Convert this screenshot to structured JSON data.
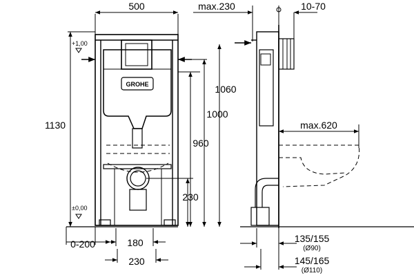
{
  "brand": "GROHE",
  "colors": {
    "ink": "#000000",
    "background": "#ffffff"
  },
  "front_view": {
    "width_label": "500",
    "height_frame_label": "1130",
    "height_1060_label": "1060",
    "height_1000_label": "1000",
    "height_960_label": "960",
    "height_230_label": "230",
    "level_top_label": "+1,00",
    "level_bottom_label": "±0,00",
    "offset_label": "0-200",
    "width_180_label": "180",
    "width_230_label": "230"
  },
  "side_view": {
    "max230_label": "max.230",
    "depth_label": "10-70",
    "max620_label": "max.620",
    "dim_135_label": "135/155",
    "dim_90_label": "(Ø90)",
    "dim_145_label": "145/165",
    "dim_110_label": "(Ø110)"
  }
}
